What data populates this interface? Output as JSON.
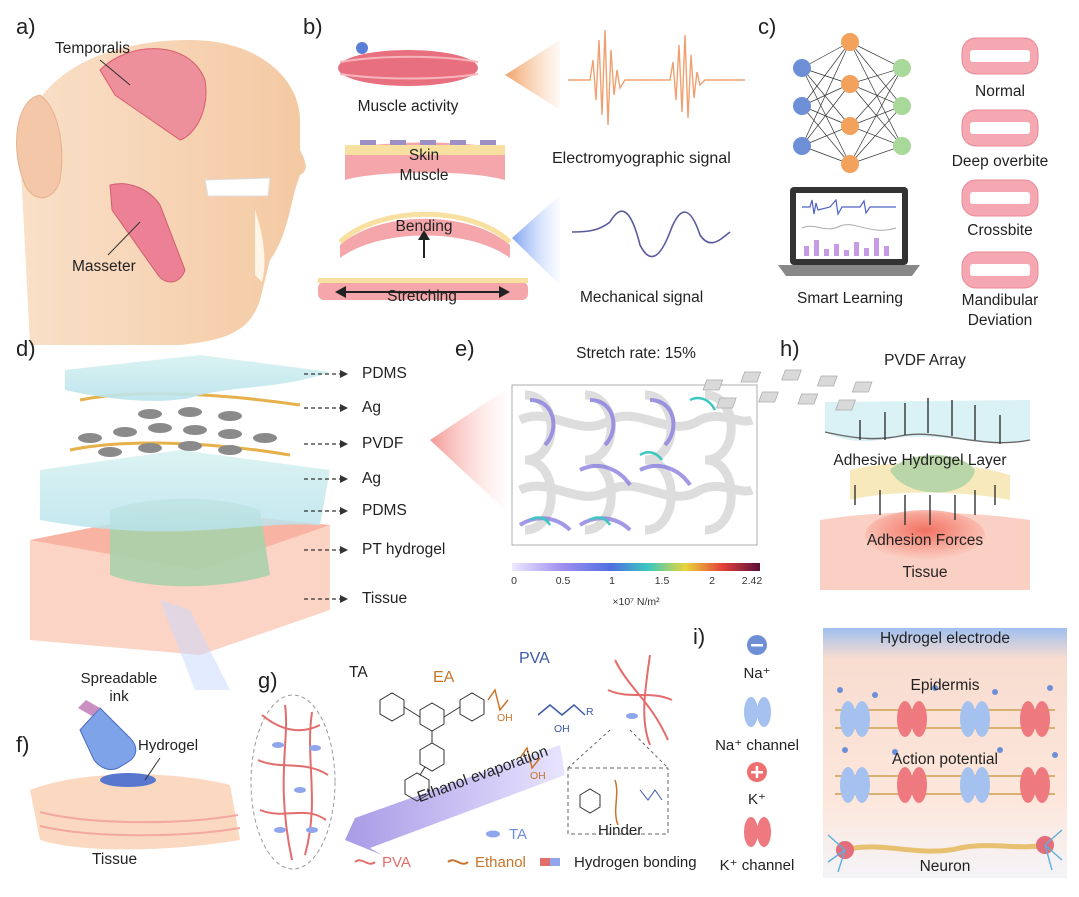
{
  "panels": {
    "a": {
      "letter": "a)",
      "temporalis": "Temporalis",
      "masseter": "Masseter"
    },
    "b": {
      "letter": "b)",
      "muscle_activity": "Muscle activity",
      "emg_signal": "Electromyographic signal",
      "skin": "Skin",
      "muscle": "Muscle",
      "bending": "Bending",
      "stretching": "Stretching",
      "mech_signal": "Mechanical signal"
    },
    "c": {
      "letter": "c)",
      "smart_learning": "Smart Learning",
      "normal": "Normal",
      "deep_overbite": "Deep overbite",
      "crossbite": "Crossbite",
      "mandibular_1": "Mandibular",
      "mandibular_2": "Deviation"
    },
    "d": {
      "letter": "d)",
      "layers": [
        "PDMS",
        "Ag",
        "PVDF",
        "Ag",
        "PDMS",
        "PT hydrogel",
        "Tissue"
      ]
    },
    "e": {
      "letter": "e)",
      "title": "Stretch rate: 15%",
      "ticks": [
        "0",
        "0.5",
        "1",
        "1.5",
        "2",
        "2.42"
      ],
      "unit": "×10⁷ N/m²"
    },
    "f": {
      "letter": "f)",
      "ink_1": "Spreadable",
      "ink_2": "ink",
      "hydrogel": "Hydrogel",
      "tissue": "Tissue"
    },
    "g": {
      "letter": "g)",
      "ta": "TA",
      "ea": "EA",
      "pva": "PVA",
      "oh": "OH",
      "r": "R",
      "ethanol_evaporation": "Ethanol evaporation",
      "hinder": "Hinder",
      "legend_ta": "TA",
      "legend_pva": "PVA",
      "legend_ethanol": "Ethanol",
      "legend_hbond": "Hydrogen bonding"
    },
    "h": {
      "letter": "h)",
      "pvdf_array": "PVDF Array",
      "adhesive_layer": "Adhesive Hydrogel Layer",
      "adhesion_forces": "Adhesion Forces",
      "tissue": "Tissue"
    },
    "i": {
      "letter": "i)",
      "na": "Na⁺",
      "na_channel": "Na⁺ channel",
      "k": "K⁺",
      "k_channel": "K⁺ channel",
      "hydrogel_electrode": "Hydrogel electrode",
      "epidermis": "Epidermis",
      "action_potential": "Action potential",
      "neuron": "Neuron"
    }
  },
  "colors": {
    "muscle": "#e8707e",
    "skin": "#f7d3b1",
    "emg": "#f0a070",
    "mech": "#5a5aa0",
    "node_blue": "#6d8fd6",
    "node_orange": "#f2a25d",
    "node_green": "#a8d89a",
    "pvdf": "#888888",
    "pva": "#e36d6d",
    "ethanol": "#c8742a",
    "ta": "#6f8de0"
  }
}
